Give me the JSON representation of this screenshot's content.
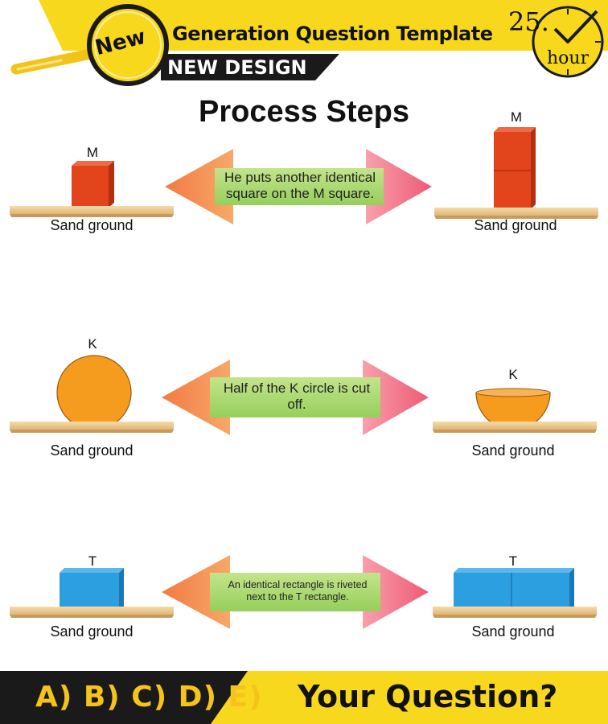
{
  "header": {
    "badge": "New",
    "title": "Generation Question Template",
    "subtitle": "NEW DESIGN",
    "timer_number": "25.",
    "timer_unit": "hour"
  },
  "page_title": "Process Steps",
  "steps": [
    {
      "left_label": "M",
      "right_label": "M",
      "ground_left": "Sand ground",
      "ground_right": "Sand ground",
      "description": "He puts another identical square on the M square."
    },
    {
      "left_label": "K",
      "right_label": "K",
      "ground_left": "Sand ground",
      "ground_right": "Sand ground",
      "description": "Half of the K circle is cut off."
    },
    {
      "left_label": "T",
      "right_label": "T",
      "ground_left": "Sand ground",
      "ground_right": "Sand ground",
      "description": "An identical rectangle is riveted next to the T rectangle."
    }
  ],
  "footer": {
    "options": "A) B) C) D) E)",
    "question": "Your Question?"
  },
  "colors": {
    "header_yellow": "#f8d81c",
    "footer_black": "#1a1a1a",
    "arrow_orange": "#f0874a",
    "arrow_pink": "#f06a80",
    "banner_green": "#a9d86e",
    "square_red": "#e2441c",
    "circle_orange": "#f59b1e",
    "rect_blue": "#2b9fe0",
    "ground_tan": "#f0d19a"
  }
}
